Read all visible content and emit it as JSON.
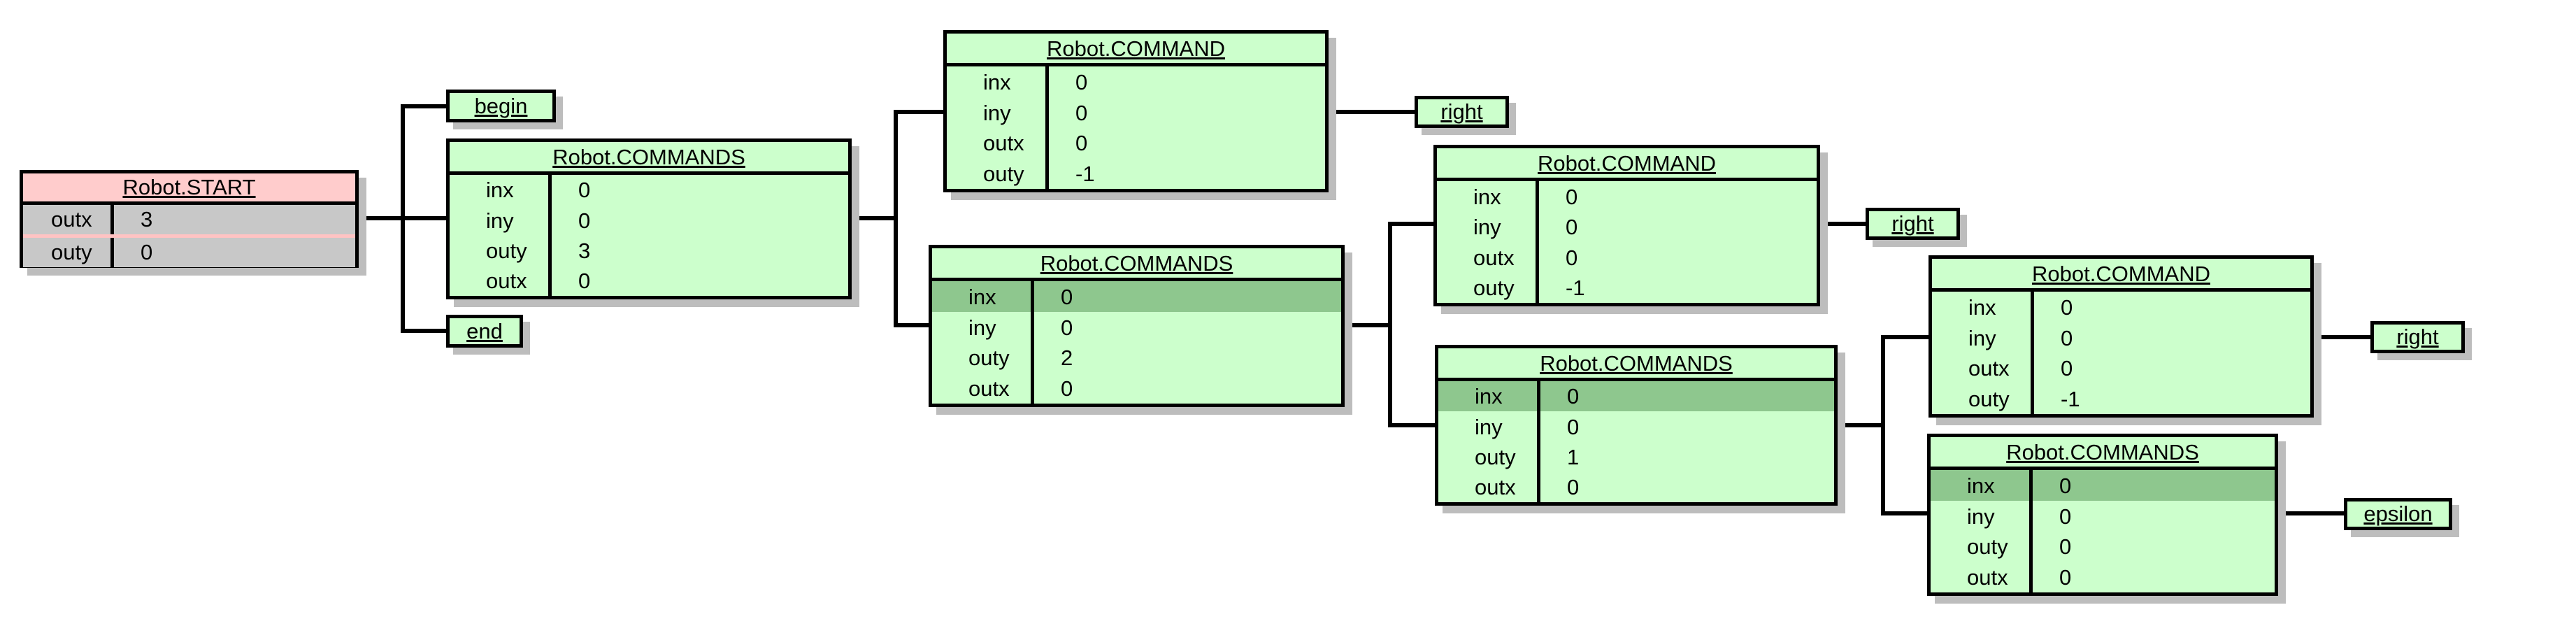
{
  "diagram": {
    "nodes": [
      {
        "id": "start",
        "title": "Robot.START",
        "rows": [
          {
            "label": "outx",
            "value": "3"
          },
          {
            "label": "outy",
            "value": "0"
          }
        ]
      },
      {
        "id": "commands1",
        "title": "Robot.COMMANDS",
        "rows": [
          {
            "label": "inx",
            "value": "0"
          },
          {
            "label": "iny",
            "value": "0"
          },
          {
            "label": "outy",
            "value": "3"
          },
          {
            "label": "outx",
            "value": "0"
          }
        ]
      },
      {
        "id": "command1",
        "title": "Robot.COMMAND",
        "rows": [
          {
            "label": "inx",
            "value": "0"
          },
          {
            "label": "iny",
            "value": "0"
          },
          {
            "label": "outx",
            "value": "0"
          },
          {
            "label": "outy",
            "value": "-1"
          }
        ]
      },
      {
        "id": "commands2",
        "title": "Robot.COMMANDS",
        "rows": [
          {
            "label": "inx",
            "value": "0",
            "highlighted": true
          },
          {
            "label": "iny",
            "value": "0"
          },
          {
            "label": "outy",
            "value": "2"
          },
          {
            "label": "outx",
            "value": "0"
          }
        ]
      },
      {
        "id": "command2",
        "title": "Robot.COMMAND",
        "rows": [
          {
            "label": "inx",
            "value": "0"
          },
          {
            "label": "iny",
            "value": "0"
          },
          {
            "label": "outx",
            "value": "0"
          },
          {
            "label": "outy",
            "value": "-1"
          }
        ]
      },
      {
        "id": "commands3",
        "title": "Robot.COMMANDS",
        "rows": [
          {
            "label": "inx",
            "value": "0",
            "highlighted": true
          },
          {
            "label": "iny",
            "value": "0"
          },
          {
            "label": "outy",
            "value": "1"
          },
          {
            "label": "outx",
            "value": "0"
          }
        ]
      },
      {
        "id": "command3",
        "title": "Robot.COMMAND",
        "rows": [
          {
            "label": "inx",
            "value": "0"
          },
          {
            "label": "iny",
            "value": "0"
          },
          {
            "label": "outx",
            "value": "0"
          },
          {
            "label": "outy",
            "value": "-1"
          }
        ]
      },
      {
        "id": "commands4",
        "title": "Robot.COMMANDS",
        "rows": [
          {
            "label": "inx",
            "value": "0",
            "highlighted": true
          },
          {
            "label": "iny",
            "value": "0"
          },
          {
            "label": "outy",
            "value": "0"
          },
          {
            "label": "outx",
            "value": "0"
          }
        ]
      }
    ],
    "leaves": [
      {
        "label": "begin"
      },
      {
        "label": "end"
      },
      {
        "label": "right"
      },
      {
        "label": "right"
      },
      {
        "label": "right"
      },
      {
        "label": "epsilon"
      }
    ],
    "colors": {
      "node_fill": "#ccffcc",
      "highlight_row": "#8ec78e",
      "start_header": "#ffcccc",
      "start_body": "#c8c8c8",
      "start_row_separator": "#ffc3c3",
      "border": "#000000",
      "shadow": "#bdbdbd",
      "background": "#ffffff"
    }
  }
}
